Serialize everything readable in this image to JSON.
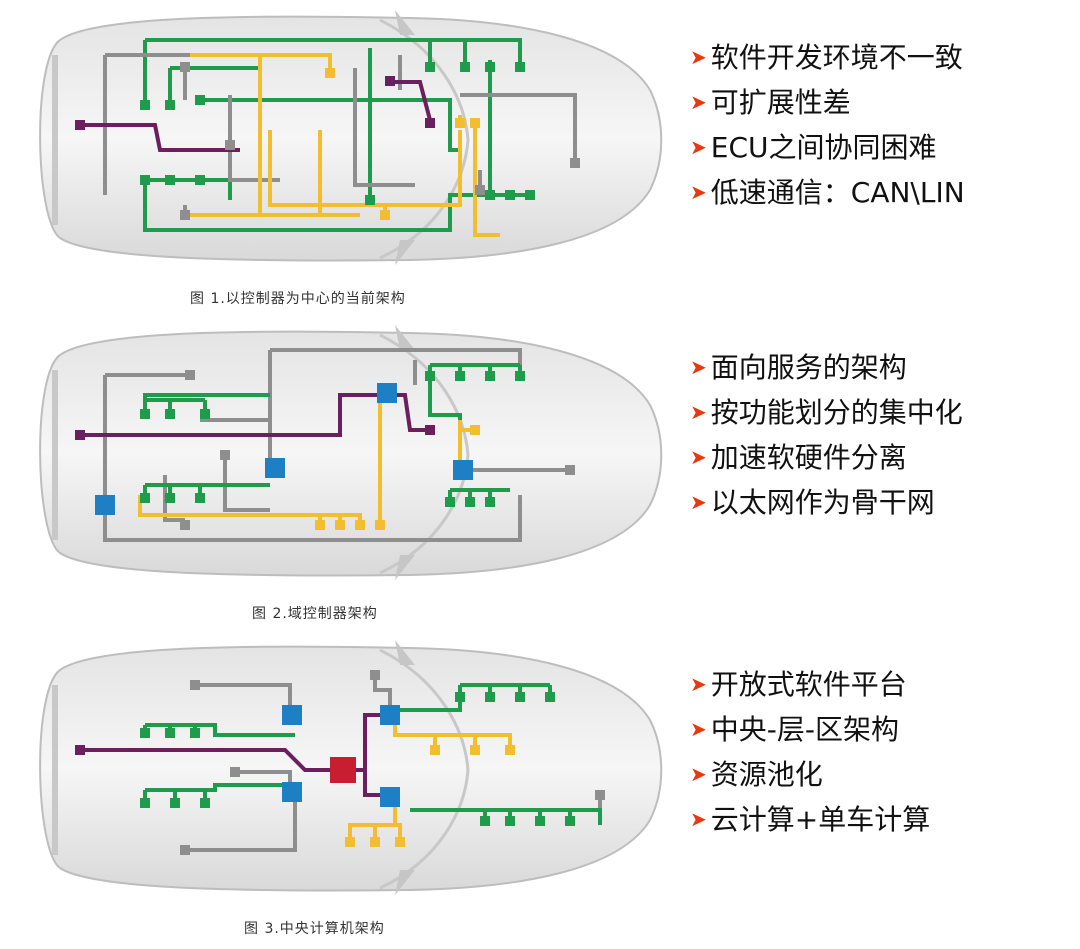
{
  "figures": [
    {
      "caption": "图 1.以控制器为中心的当前架构",
      "bullets": [
        "软件开发环境不一致",
        "可扩展性差",
        "ECU之间协同困难",
        "低速通信：CAN\\LIN"
      ]
    },
    {
      "caption": "图 2.域控制器架构",
      "bullets": [
        "面向服务的架构",
        "按功能划分的集中化",
        "加速软硬件分离",
        "以太网作为骨干网"
      ]
    },
    {
      "caption": "图 3.中央计算机架构",
      "bullets": [
        "开放式软件平台",
        "中央-层-区架构",
        "资源池化",
        "云计算+单车计算"
      ]
    }
  ],
  "colors": {
    "green": "#1e9b4b",
    "yellow": "#f2bd2f",
    "gray": "#8e8e8e",
    "purple": "#6b1f5e",
    "blue": "#1e7fc4",
    "red": "#c81e32",
    "bullet_arrow": "#e8380d"
  },
  "icons": {
    "bullet": "arrow-right-icon"
  }
}
